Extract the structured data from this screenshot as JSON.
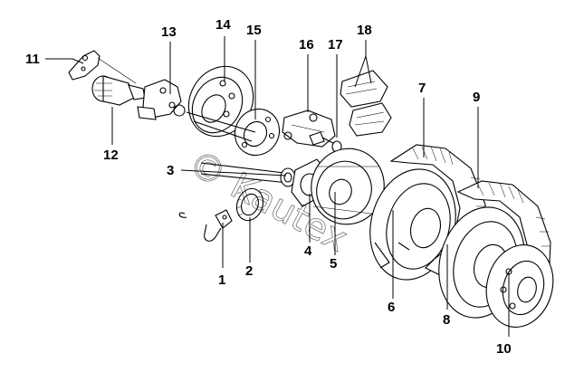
{
  "diagram": {
    "watermark_text": "© Kautex",
    "callouts": {
      "c1": "1",
      "c2": "2",
      "c3": "3",
      "c4": "4",
      "c5": "5",
      "c6": "6",
      "c7": "7",
      "c8": "8",
      "c9": "9",
      "c10": "10",
      "c11": "11",
      "c12": "12",
      "c13": "13",
      "c14": "14",
      "c15": "15",
      "c16": "16",
      "c17": "17",
      "c18": "18"
    }
  }
}
